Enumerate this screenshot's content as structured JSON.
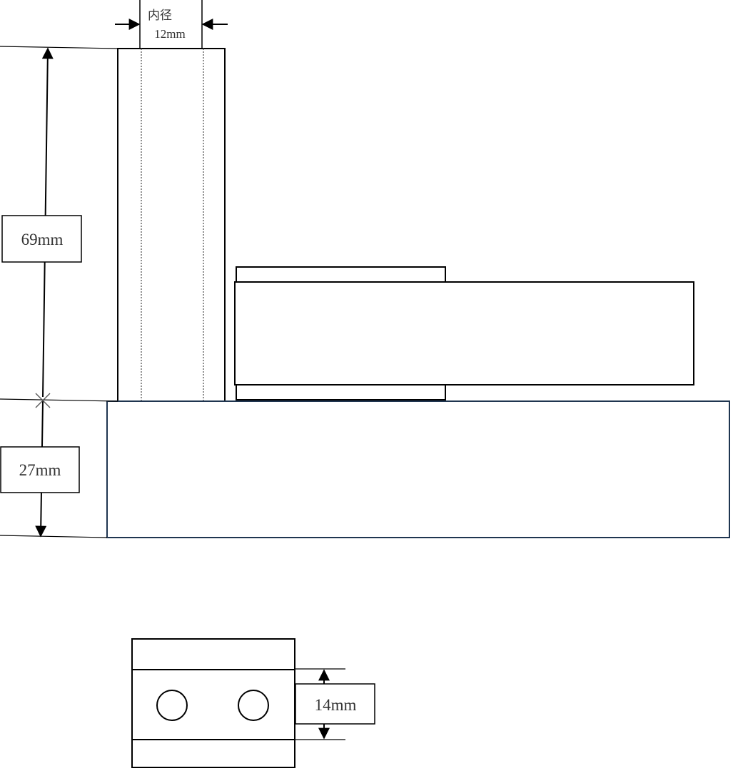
{
  "dimensions": {
    "inner_diameter_label": "内径",
    "inner_diameter_value": "12mm",
    "post_height": "69mm",
    "base_height": "27mm",
    "slot_width": "14mm"
  },
  "colors": {
    "stroke": "#000000",
    "base_stroke": "#1f3550",
    "text": "#333333"
  }
}
